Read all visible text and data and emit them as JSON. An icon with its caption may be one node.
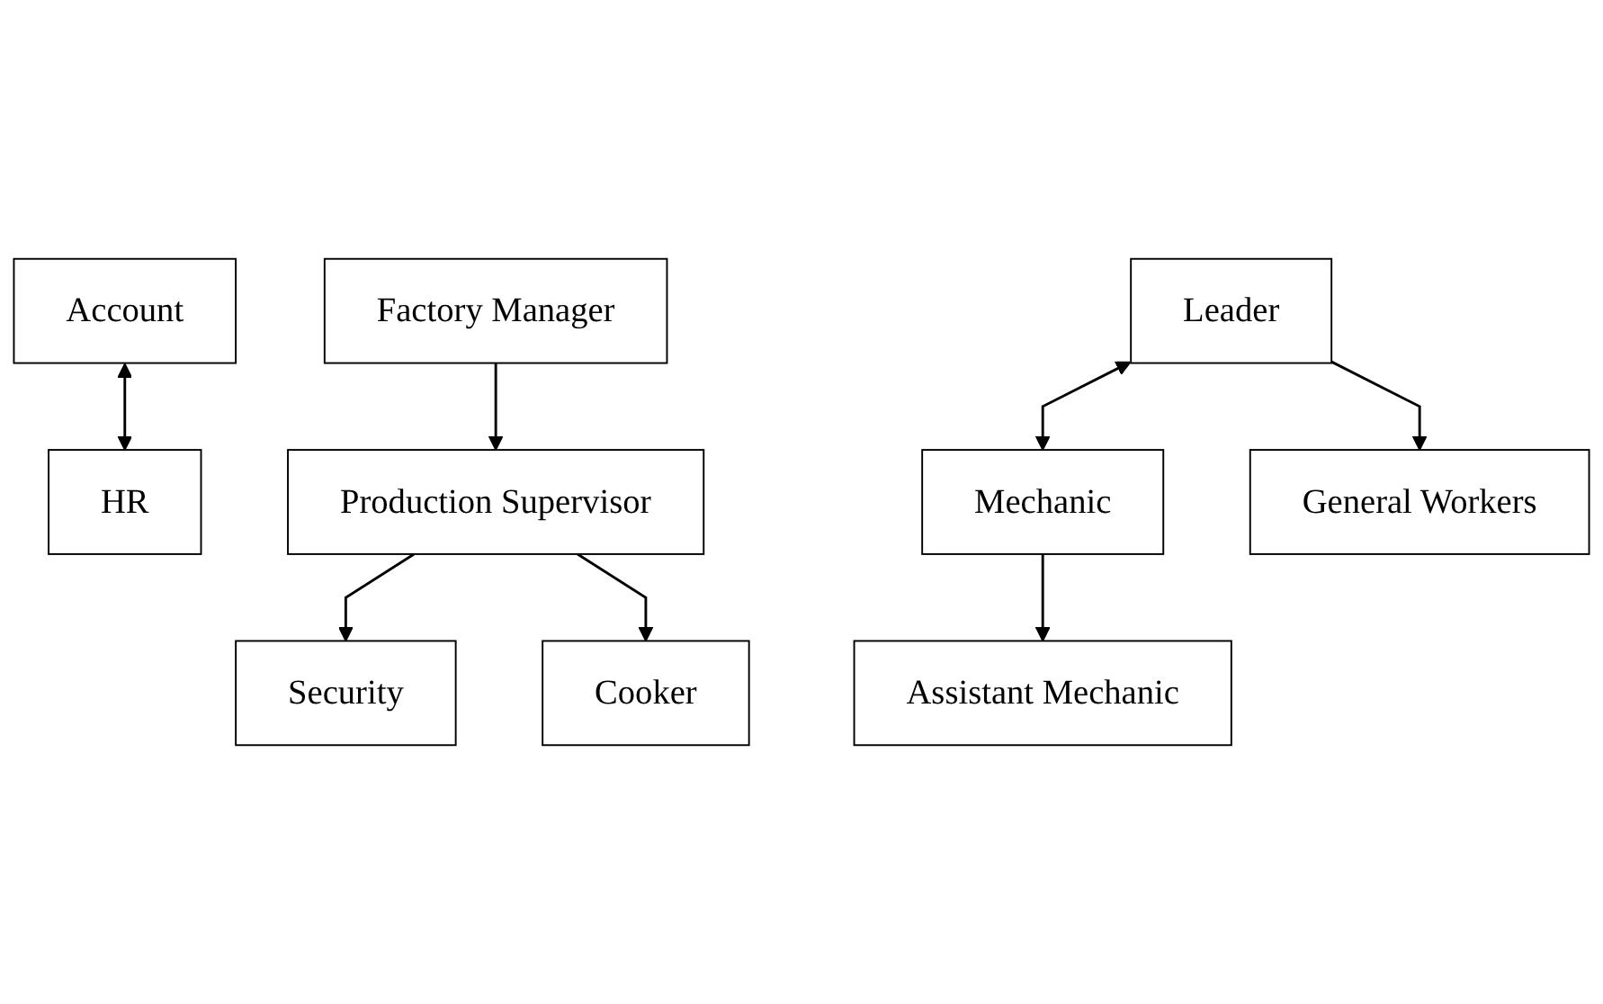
{
  "diagram": {
    "nodes": [
      {
        "text": [
          "Factory Manager"
        ]
      },
      {
        "text": [
          "Account"
        ]
      },
      {
        "text": [
          "HR"
        ]
      },
      {
        "text": [
          "Production Supervisor"
        ]
      },
      {
        "text": [
          "Leader"
        ]
      },
      {
        "text": [
          "Mechanic"
        ]
      },
      {
        "text": [
          "General Workers"
        ]
      },
      {
        "text": [
          "Assistant Mechanic"
        ]
      },
      {
        "text": [
          "Security"
        ]
      },
      {
        "text": [
          "Cooker"
        ]
      }
    ],
    "edges": [
      {
        "from": 0,
        "to": 3,
        "arrow": "to"
      },
      {
        "from": 1,
        "to": 2,
        "arrow": "both"
      },
      {
        "from": 4,
        "to": 5,
        "arrow": "both"
      },
      {
        "from": 4,
        "to": 6,
        "arrow": "to"
      },
      {
        "from": 5,
        "to": 7,
        "arrow": "to"
      },
      {
        "from": 3,
        "to": 8,
        "arrow": "to"
      },
      {
        "from": 3,
        "to": 9,
        "arrow": "to"
      }
    ]
  }
}
